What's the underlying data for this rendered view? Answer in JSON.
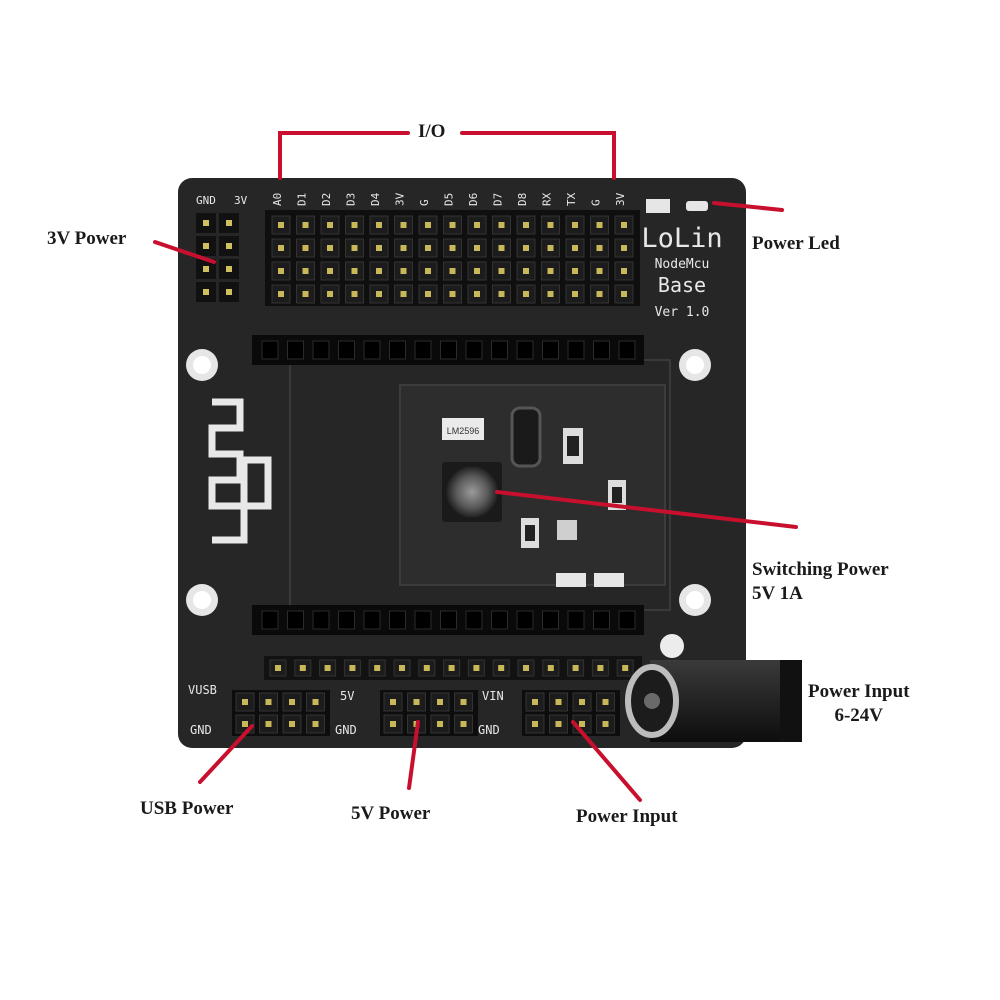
{
  "callouts": {
    "io": "I/O",
    "power_3v": "3V Power",
    "power_led": "Power Led",
    "switching_power": {
      "line1": "Switching Power",
      "line2": "5V 1A"
    },
    "power_input_jack": {
      "line1": "Power Input",
      "line2": "6-24V"
    },
    "usb_power": "USB Power",
    "power_5v": "5V Power",
    "power_input": "Power Input"
  },
  "board": {
    "brand": "LoLin",
    "model": "NodeMcu",
    "name": "Base",
    "version": "Ver 1.0",
    "top_left_labels": [
      "GND",
      "3V"
    ],
    "top_pin_labels": [
      "A0",
      "D1",
      "D2",
      "D3",
      "D4",
      "3V",
      "G",
      "D5",
      "D6",
      "D7",
      "D8",
      "RX",
      "TX",
      "G",
      "3V"
    ],
    "bottom_labels": [
      "VUSB",
      "GND",
      "5V",
      "GND",
      "VIN",
      "GND"
    ],
    "chip_label": "LM2596"
  },
  "colors": {
    "board": "#262626",
    "callout_line": "#c8102e",
    "silkscreen": "#e8e8e8"
  }
}
